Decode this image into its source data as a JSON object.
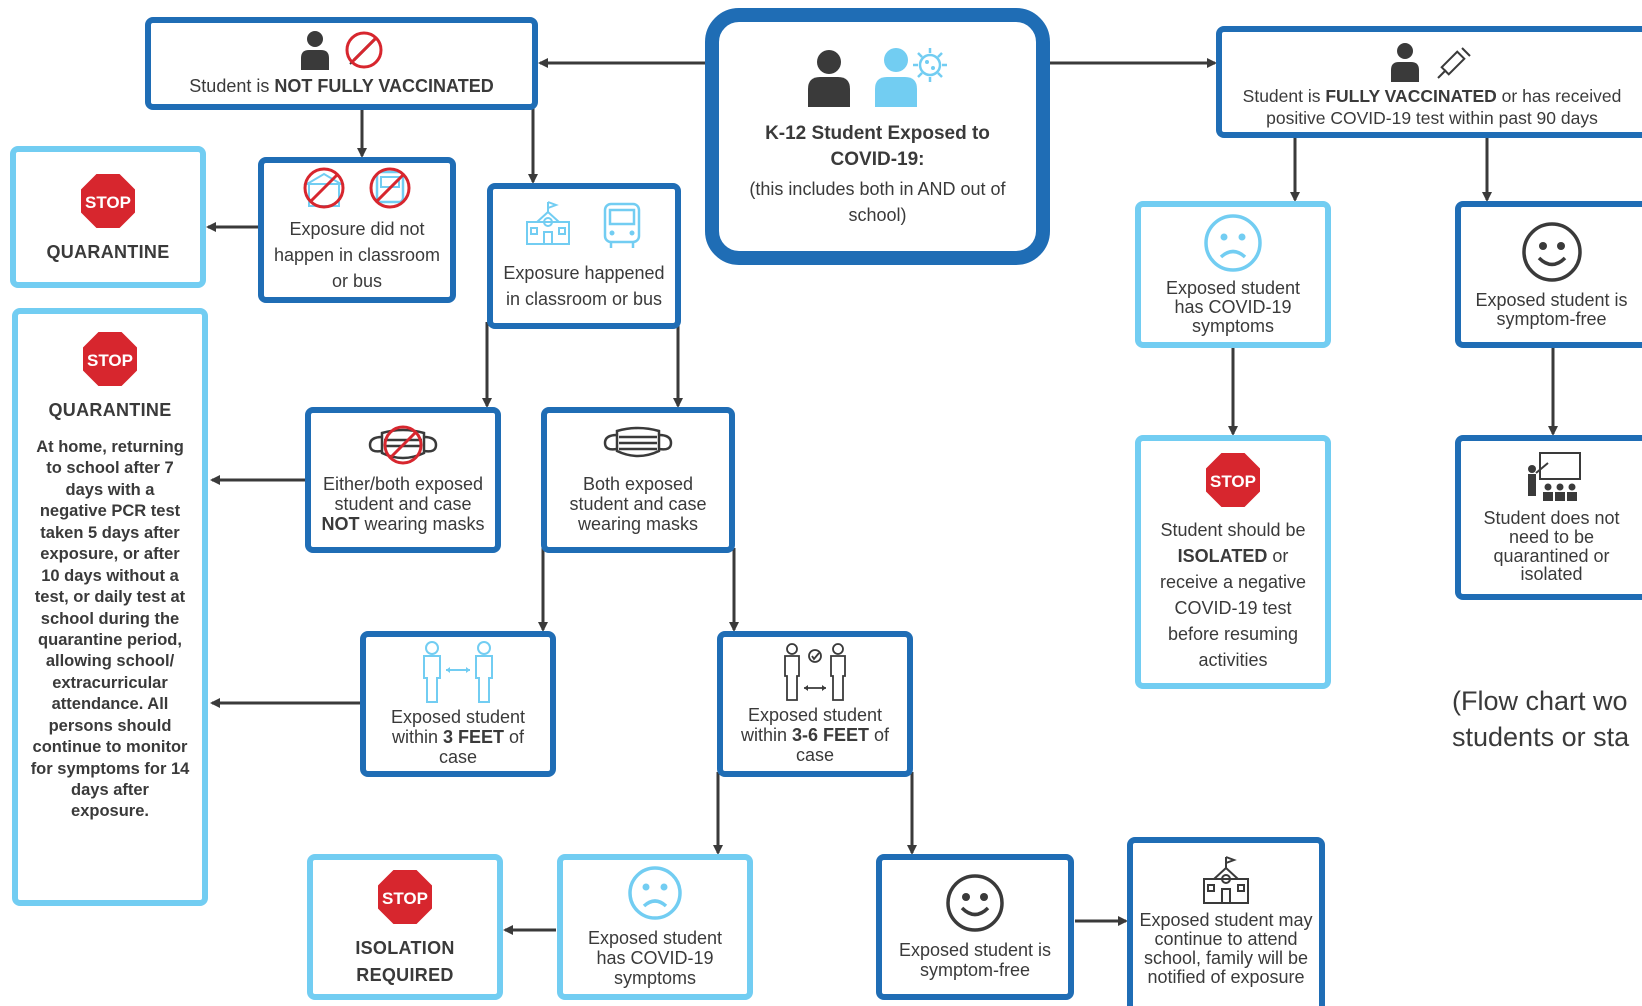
{
  "main": {
    "title": "K-12 Student Exposed to COVID-19:",
    "subtitle": "(this includes both in AND out of school)"
  },
  "not_vaccinated": {
    "prefix": "Student is ",
    "bold": "NOT FULLY VACCINATED"
  },
  "vaccinated": {
    "prefix": "Student is ",
    "bold": "FULLY VACCINATED",
    "suffix": " or has received positive COVID-19 test within past 90 days"
  },
  "quarantine_top": {
    "label": "QUARANTINE"
  },
  "not_in_classroom": {
    "text": "Exposure did not happen in classroom or bus"
  },
  "in_classroom": {
    "text": "Exposure happened in classroom or bus"
  },
  "quarantine_long": {
    "label": "QUARANTINE",
    "text": "At home, returning to school after 7 days with a negative PCR test taken 5 days after exposure, or after 10 days without a test, or daily test at school during the quarantine period, allowing school/ extracurricular attendance. All persons should continue to monitor for symptoms for 14 days after exposure."
  },
  "no_masks": {
    "prefix": "Either/both exposed student and case ",
    "bold": "NOT",
    "suffix": " wearing masks"
  },
  "masks": {
    "text": "Both exposed student and case wearing masks"
  },
  "within_3": {
    "prefix": "Exposed student within ",
    "bold": "3 FEET",
    "suffix": " of case"
  },
  "within_3_6": {
    "prefix": "Exposed student within ",
    "bold": "3-6 FEET",
    "suffix": " of case"
  },
  "isolation": {
    "line1": "ISOLATION",
    "line2": "REQUIRED"
  },
  "symptoms_bottom": {
    "text": "Exposed student has COVID-19 symptoms"
  },
  "symptom_free_bottom": {
    "text": "Exposed student is symptom-free"
  },
  "continue_school": {
    "text": "Exposed student may continue to attend school, family will be notified of exposure"
  },
  "symptoms_right": {
    "text": "Exposed student has COVID-19 symptoms"
  },
  "symptom_free_right": {
    "text": "Exposed student is symptom-free"
  },
  "isolated_right": {
    "prefix": "Student should be ",
    "bold": "ISOLATED",
    "suffix": " or receive a negative COVID-19 test before resuming activities"
  },
  "no_quarantine": {
    "text": "Student does not need to be quarantined or isolated"
  },
  "note": {
    "line1": "(Flow chart wo",
    "line2": "students or sta"
  },
  "stop_sign_text": "STOP",
  "colors": {
    "dark_blue": "#1f6db5",
    "light_blue": "#72cdf2",
    "stop_red": "#d7262e",
    "arrow": "#3a3a3a"
  }
}
